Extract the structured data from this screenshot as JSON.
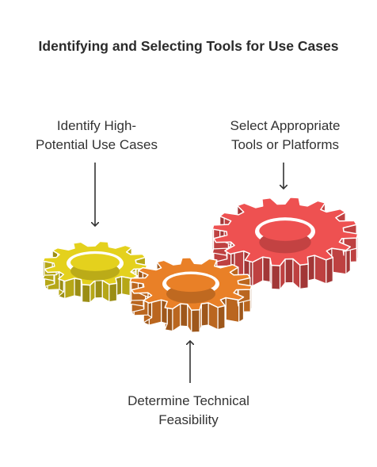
{
  "title": "Identifying and Selecting Tools for Use Cases",
  "steps": [
    {
      "lines": [
        "Identify High-",
        "Potential Use Cases"
      ],
      "color": "#e4d11d"
    },
    {
      "lines": [
        "Determine Technical",
        "Feasibility"
      ],
      "color": "#e98027"
    },
    {
      "lines": [
        "Select Appropriate",
        "Tools or Platforms"
      ],
      "color": "#ee5151"
    }
  ]
}
